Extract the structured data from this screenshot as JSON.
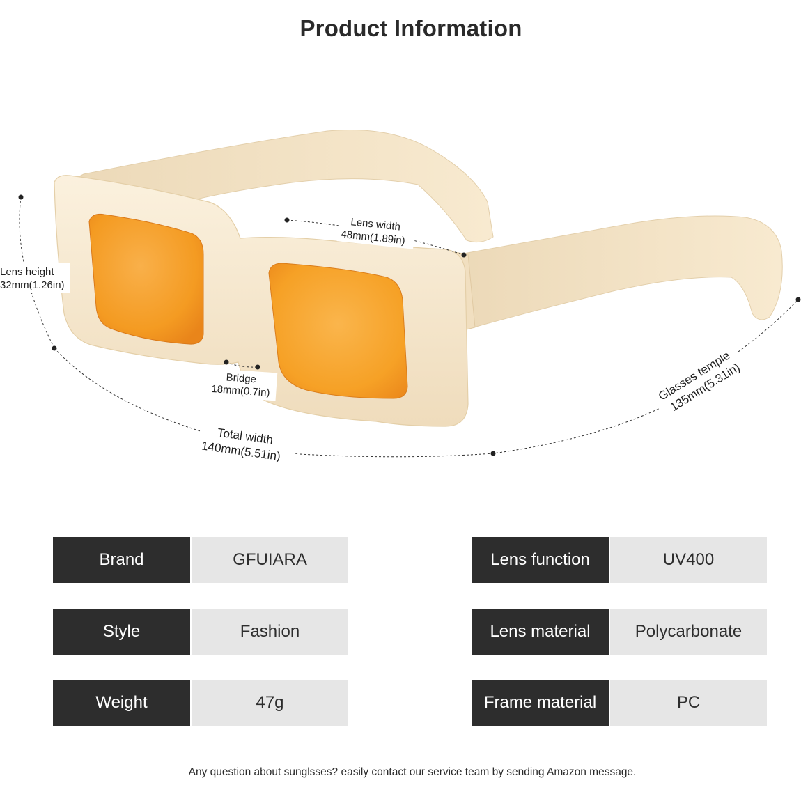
{
  "title": "Product Information",
  "dimensions": {
    "lens_width": {
      "label": "Lens width",
      "value": "48mm(1.89in)"
    },
    "lens_height": {
      "label": "Lens height",
      "value": "32mm(1.26in)"
    },
    "bridge": {
      "label": "Bridge",
      "value": "18mm(0.7in)"
    },
    "total_width": {
      "label": "Total width",
      "value": "140mm(5.51in)"
    },
    "glasses_temple": {
      "label": "Glasses temple",
      "value": "135mm(5.31in)"
    }
  },
  "colors": {
    "frame": "#f4e6cc",
    "lens": "#f7a12a",
    "label_bg": "#2d2d2d",
    "value_bg": "#e6e6e6"
  },
  "specs_left": [
    {
      "label": "Brand",
      "value": "GFUIARA"
    },
    {
      "label": "Style",
      "value": "Fashion"
    },
    {
      "label": "Weight",
      "value": "47g"
    }
  ],
  "specs_right": [
    {
      "label": "Lens function",
      "value": "UV400"
    },
    {
      "label": "Lens material",
      "value": "Polycarbonate"
    },
    {
      "label": "Frame material",
      "value": "PC"
    }
  ],
  "footer": "Any question about sunglsses? easily contact our service team by sending Amazon message."
}
